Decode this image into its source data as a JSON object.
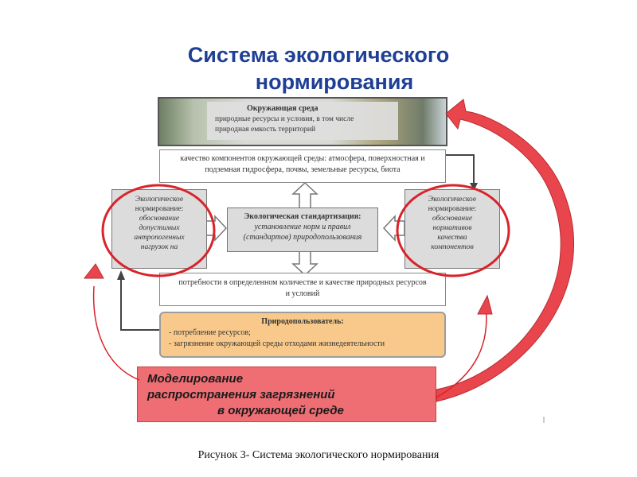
{
  "title": {
    "line1": "Система экологического",
    "line2": "нормирования"
  },
  "environment": {
    "heading": "Окружающая среда",
    "line1": "природные ресурсы и условия, в том числе",
    "line2": "природная емкость территорий"
  },
  "quality": {
    "line1": "качество компонентов окружающей среды: атмосфера, поверхностная и",
    "line2": "подземная гидросфера, почвы, земельные ресурсы, биота"
  },
  "left_norm": {
    "line1": "Экологическое",
    "line2": "нормирование:",
    "line3": "обоснование",
    "line4": "допустимых",
    "line5": "антропогенных",
    "line6": "нагрузок на"
  },
  "standardization": {
    "heading": "Экологическая стандартизация:",
    "line1": "установление норм и правил",
    "line2": "(стандартов) природопользования"
  },
  "right_norm": {
    "line1": "Экологическое",
    "line2": "нормирование:",
    "line3": "обоснование",
    "line4": "нормативов",
    "line5": "качества",
    "line6": "компонентов"
  },
  "needs": {
    "line1": "потребности в определенном количестве и качестве природных ресурсов",
    "line2": "и условий"
  },
  "user": {
    "heading": "Природопользователь:",
    "item1": "- потребление ресурсов;",
    "item2": "- загрязнение окружающей среды отходами жизнедеятельности"
  },
  "modeling": {
    "line1": "Моделирование",
    "line2": "распространения загрязнений",
    "line3": "в окружающей среде"
  },
  "caption": "Рисунок 3- Система экологического нормирования",
  "colors": {
    "title": "#1f3f95",
    "highlight_circle": "#d9232a",
    "red_arrow": "#e8464c",
    "user_box": "#f8c98a",
    "modeling_box": "#ee6e74"
  }
}
